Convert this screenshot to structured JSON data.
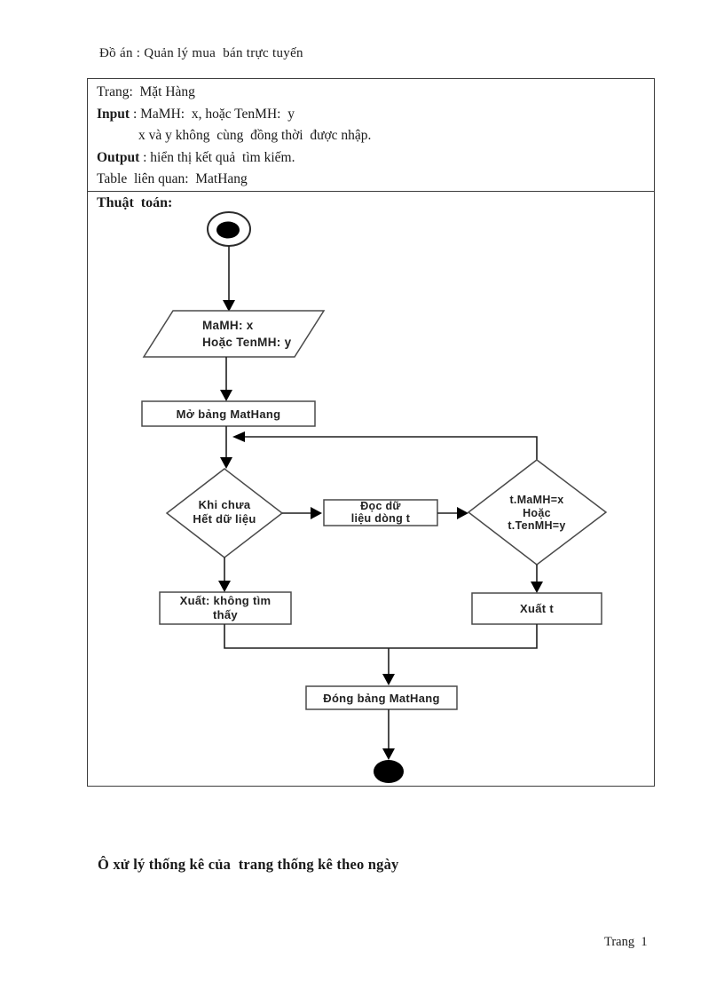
{
  "page": {
    "header_title": "Đồ án : Quản lý mua  bán trực tuyến",
    "bottom_note": "Ô xử lý thống kê của  trang thống kê theo ngày",
    "footer_page": "Trang  1"
  },
  "spec_table": {
    "trang_line": "Trang:  Mặt Hàng",
    "input_label": "Input",
    "input_value": " : MaMH:  x, hoặc TenMH:  y",
    "input_note": "x và y không  cùng  đồng thời  được nhập.",
    "output_label": "Output",
    "output_value": " : hiển thị kết quả  tìm kiếm.",
    "table_line": "Table  liên quan:  MatHang",
    "algorithm_label": "Thuật  toán:"
  },
  "flowchart": {
    "input_node": {
      "line1": "MaMH: x",
      "line2": "Hoặc TenMH: y"
    },
    "open_table": "Mở bảng MatHang",
    "loop_condition": {
      "line1": "Khi chưa",
      "line2": "Hết dữ liệu"
    },
    "read_row": {
      "line1": "Đọc dữ",
      "line2": "liệu dòng t"
    },
    "match_condition": {
      "line1": "t.MaMH=x",
      "line2": "Hoặc",
      "line3": "t.TenMH=y"
    },
    "not_found": {
      "line1": "Xuất: không tìm",
      "line2": "thấy"
    },
    "output_t": "Xuất t",
    "close_table": "Đóng bảng MatHang"
  },
  "colors": {
    "ink": "#1a1a1a",
    "shape_stroke": "#4a4a4a",
    "connector": "#1f1f1f",
    "background": "#ffffff"
  }
}
